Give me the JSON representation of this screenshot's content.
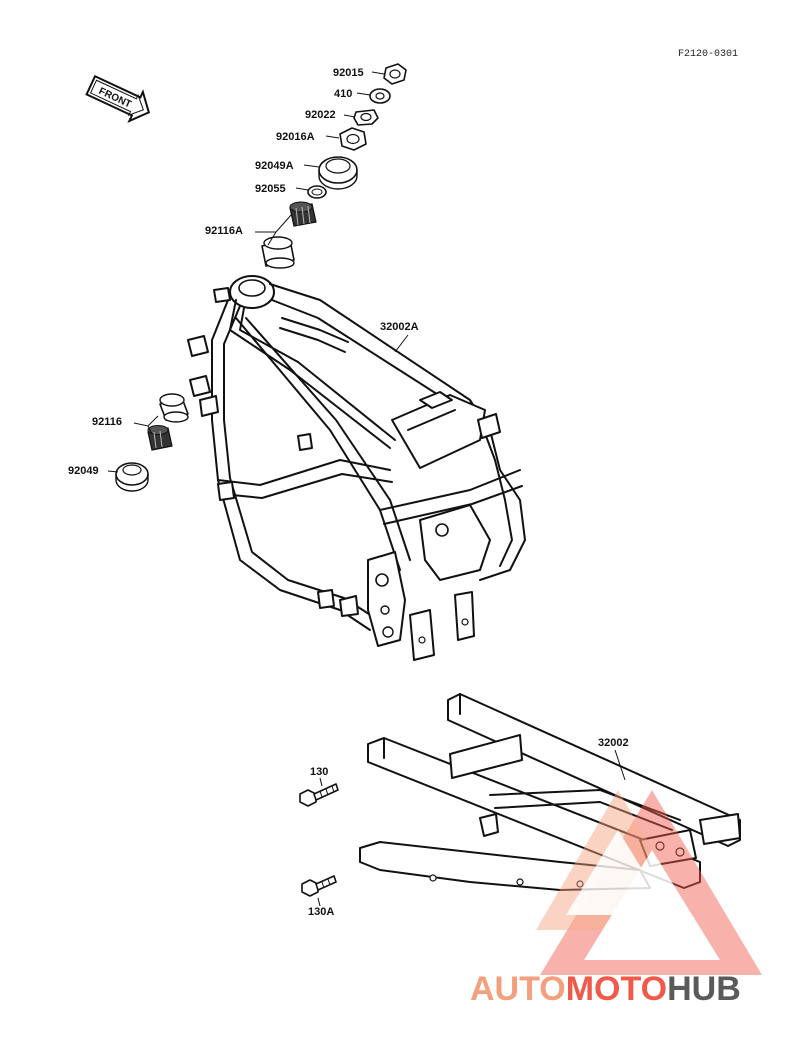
{
  "diagram": {
    "ref_code": "F2120-0301",
    "front_arrow_label": "FRONT",
    "parts": {
      "p92015": "92015",
      "p410": "410",
      "p92022": "92022",
      "p92016A": "92016A",
      "p92049A": "92049A",
      "p92055": "92055",
      "p92116A": "92116A",
      "p32002A": "32002A",
      "p92116": "92116",
      "p92049": "92049",
      "p32002": "32002",
      "p130": "130",
      "p130A": "130A"
    }
  },
  "watermark": {
    "part1": "AUTO",
    "part2": "MOTO",
    "part3": "HUB",
    "color_primary": "#f4a07c",
    "color_secondary": "#f05a4a",
    "color_dark": "#5a5a5a"
  }
}
